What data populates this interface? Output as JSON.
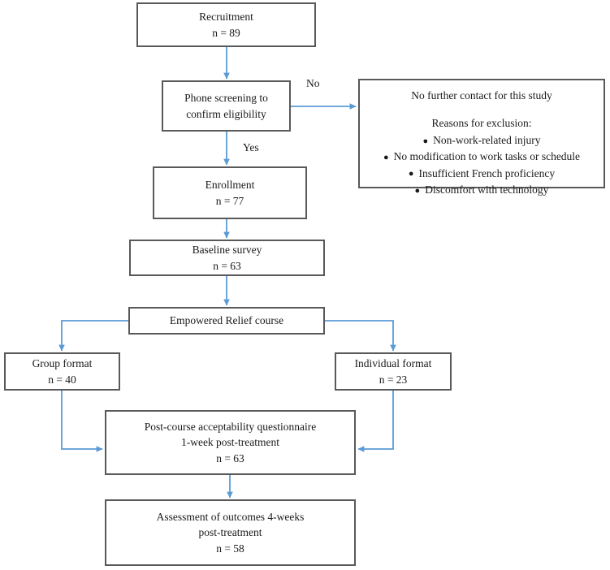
{
  "diagram": {
    "title": "Study participant flow diagram",
    "arrow_color": "#5B9BD5",
    "border_color": "#595959",
    "nodes": {
      "recruitment": {
        "line1": "Recruitment",
        "line2": "n = 89"
      },
      "phone_screening": {
        "line1": "Phone screening to",
        "line2": "confirm eligibility"
      },
      "enrollment": {
        "line1": "Enrollment",
        "line2": "n = 77"
      },
      "baseline_survey": {
        "line1": "Baseline survey",
        "line2": "n = 63"
      },
      "empowered_relief": {
        "line1": "Empowered Relief course"
      },
      "group_format": {
        "line1": "Group format",
        "line2": "n =  40"
      },
      "individual_format": {
        "line1": "Individual format",
        "line2": "n = 23"
      },
      "post_course": {
        "line1": "Post-course acceptability questionnaire",
        "line2": "1-week post-treatment",
        "line3": "n = 63"
      },
      "assessment": {
        "line1": "Assessment of outcomes 4-weeks",
        "line2": "post-treatment",
        "line3": "n = 58"
      },
      "exclusion": {
        "heading": "No further contact for this study",
        "subheading": "Reasons for exclusion:",
        "bullet_glyph": "●",
        "reasons": [
          "Non-work-related injury",
          "No modification to work tasks or schedule",
          "Insufficient French proficiency",
          "Discomfort with technology"
        ]
      }
    },
    "edge_labels": {
      "no": "No",
      "yes": "Yes"
    }
  }
}
